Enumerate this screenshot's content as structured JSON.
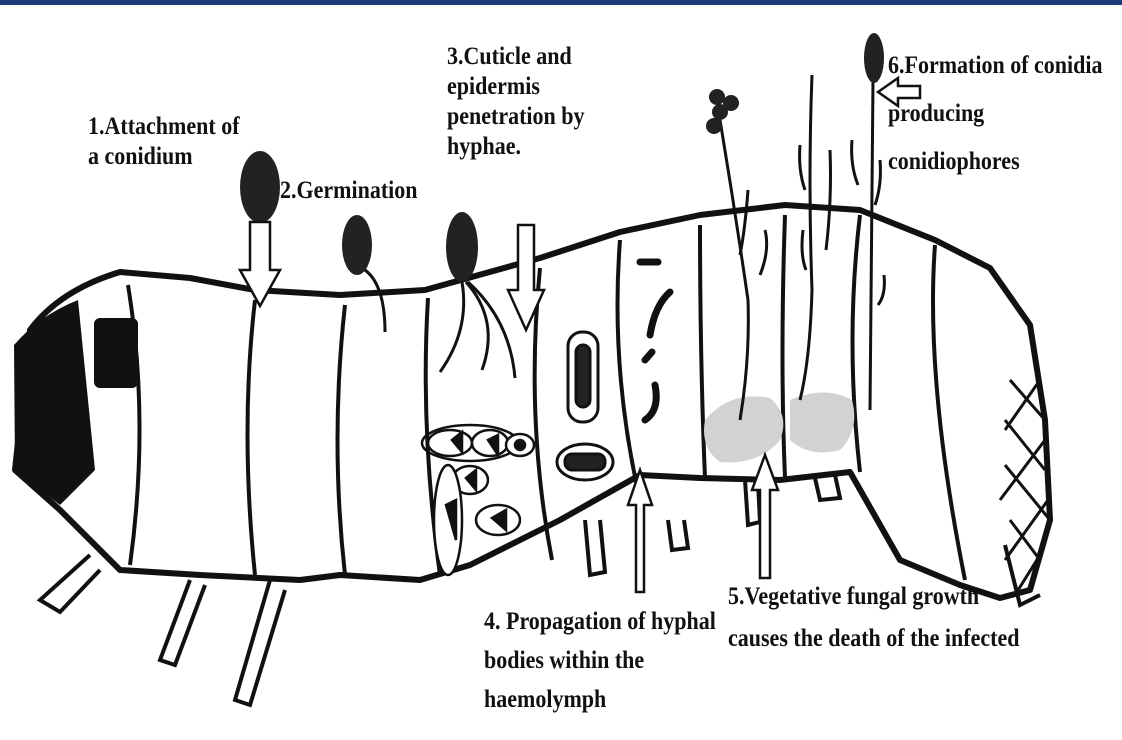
{
  "colors": {
    "top_bar": "#1d3a7a",
    "ink": "#111111",
    "fungal_mass": "#d2d2d2"
  },
  "labels": {
    "step1": "1.Attachment of\na conidium",
    "step2": "2.Germination",
    "step3": "3.Cuticle and\nepidermis\npenetration by\nhyphae.",
    "step4": "4. Propagation of hyphal\nbodies within the\nhaemolymph",
    "step5": "5.Vegetative fungal growth\ncauses the death of the infected",
    "step6": "6.Formation of conidia\nproducing\nconidiophores"
  }
}
